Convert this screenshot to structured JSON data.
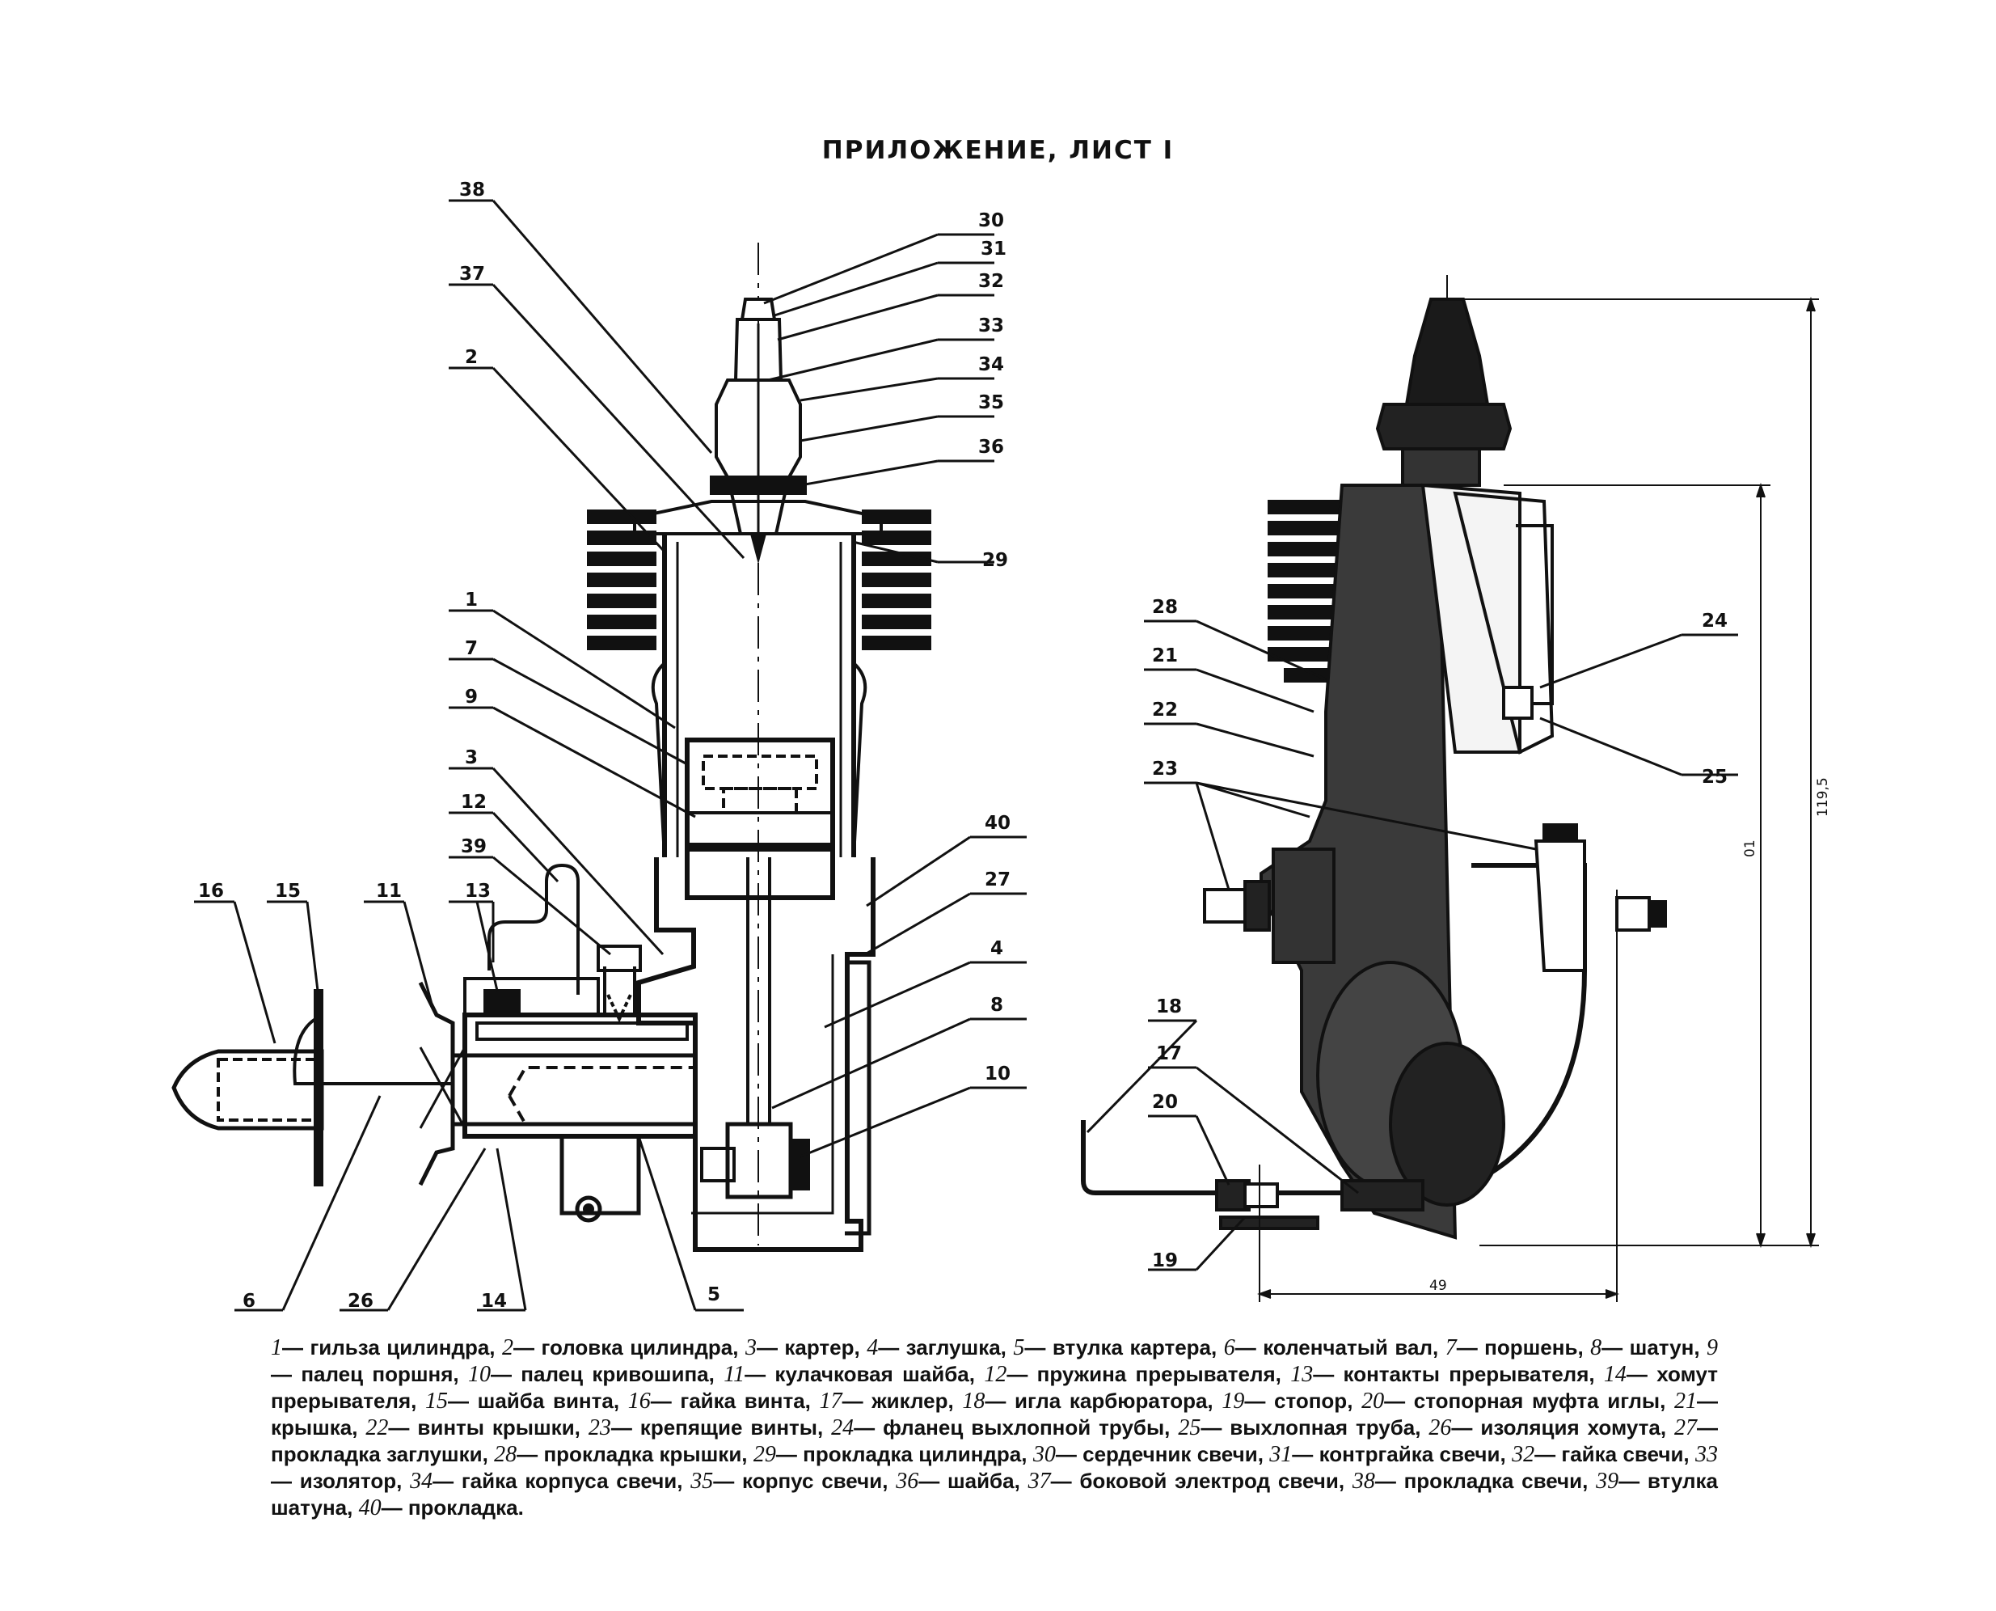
{
  "title": "ПРИЛОЖЕНИЕ, ЛИСТ I",
  "callouts_left": [
    {
      "id": "38",
      "label": "38"
    },
    {
      "id": "37",
      "label": "37"
    },
    {
      "id": "2",
      "label": "2"
    },
    {
      "id": "1",
      "label": "1"
    },
    {
      "id": "7",
      "label": "7"
    },
    {
      "id": "9",
      "label": "9"
    },
    {
      "id": "3",
      "label": "3"
    },
    {
      "id": "12",
      "label": "12"
    },
    {
      "id": "39",
      "label": "39"
    },
    {
      "id": "13",
      "label": "13"
    },
    {
      "id": "16",
      "label": "16"
    },
    {
      "id": "15",
      "label": "15"
    },
    {
      "id": "11",
      "label": "11"
    },
    {
      "id": "30",
      "label": "30"
    },
    {
      "id": "31",
      "label": "31"
    },
    {
      "id": "32",
      "label": "32"
    },
    {
      "id": "33",
      "label": "33"
    },
    {
      "id": "34",
      "label": "34"
    },
    {
      "id": "35",
      "label": "35"
    },
    {
      "id": "36",
      "label": "36"
    },
    {
      "id": "29",
      "label": "29"
    },
    {
      "id": "40",
      "label": "40"
    },
    {
      "id": "27",
      "label": "27"
    },
    {
      "id": "4",
      "label": "4"
    },
    {
      "id": "8",
      "label": "8"
    },
    {
      "id": "10",
      "label": "10"
    },
    {
      "id": "6",
      "label": "6"
    },
    {
      "id": "26",
      "label": "26"
    },
    {
      "id": "14",
      "label": "14"
    },
    {
      "id": "5",
      "label": "5"
    }
  ],
  "callouts_right": [
    {
      "id": "28",
      "label": "28"
    },
    {
      "id": "21",
      "label": "21"
    },
    {
      "id": "22",
      "label": "22"
    },
    {
      "id": "23",
      "label": "23"
    },
    {
      "id": "24",
      "label": "24"
    },
    {
      "id": "25",
      "label": "25"
    },
    {
      "id": "18",
      "label": "18"
    },
    {
      "id": "17",
      "label": "17"
    },
    {
      "id": "20",
      "label": "20"
    },
    {
      "id": "19",
      "label": "19"
    }
  ],
  "dimensions": {
    "height_total": "119,5",
    "height_body": "01",
    "width": "49"
  },
  "legend": [
    {
      "num": "1",
      "text": "— гильза цилиндра,"
    },
    {
      "num": "2",
      "text": "— головка цилиндра,"
    },
    {
      "num": "3",
      "text": "— картер,"
    },
    {
      "num": "4",
      "text": "— заглушка,"
    },
    {
      "num": "5",
      "text": "— втулка картера,"
    },
    {
      "num": "6",
      "text": "— коленчатый вал,"
    },
    {
      "num": "7",
      "text": "— поршень,"
    },
    {
      "num": "8",
      "text": "— шатун,"
    },
    {
      "num": "9",
      "text": "— палец поршня,"
    },
    {
      "num": "10",
      "text": "— палец кривошипа,"
    },
    {
      "num": "11",
      "text": "— кулачковая шайба,"
    },
    {
      "num": "12",
      "text": "— пружина прерывателя,"
    },
    {
      "num": "13",
      "text": "— контакты прерывателя,"
    },
    {
      "num": "14",
      "text": "— хомут прерывателя,"
    },
    {
      "num": "15",
      "text": "— шайба винта,"
    },
    {
      "num": "16",
      "text": "— гайка винта,"
    },
    {
      "num": "17",
      "text": "— жиклер,"
    },
    {
      "num": "18",
      "text": "— игла карбюратора,"
    },
    {
      "num": "19",
      "text": "— стопор,"
    },
    {
      "num": "20",
      "text": "— стопорная муфта иглы,"
    },
    {
      "num": "21",
      "text": "— крышка,"
    },
    {
      "num": "22",
      "text": "— винты крышки,"
    },
    {
      "num": "23",
      "text": "— крепящие винты,"
    },
    {
      "num": "24",
      "text": "— фланец выхлопной трубы,"
    },
    {
      "num": "25",
      "text": "— выхлопная труба,"
    },
    {
      "num": "26",
      "text": "— изоляция хомута,"
    },
    {
      "num": "27",
      "text": "— прокладка заглушки,"
    },
    {
      "num": "28",
      "text": "— прокладка крышки,"
    },
    {
      "num": "29",
      "text": "— прокладка цилиндра,"
    },
    {
      "num": "30",
      "text": "— сердечник свечи,"
    },
    {
      "num": "31",
      "text": "— контргайка свечи,"
    },
    {
      "num": "32",
      "text": "— гайка свечи,"
    },
    {
      "num": "33",
      "text": "— изолятор,"
    },
    {
      "num": "34",
      "text": "— гайка корпуса свечи,"
    },
    {
      "num": "35",
      "text": "— корпус свечи,"
    },
    {
      "num": "36",
      "text": "— шайба,"
    },
    {
      "num": "37",
      "text": "— боковой электрод свечи,"
    },
    {
      "num": "38",
      "text": "— прокладка свечи,"
    },
    {
      "num": "39",
      "text": "— втулка шатуна,"
    },
    {
      "num": "40",
      "text": "— прокладка."
    }
  ]
}
